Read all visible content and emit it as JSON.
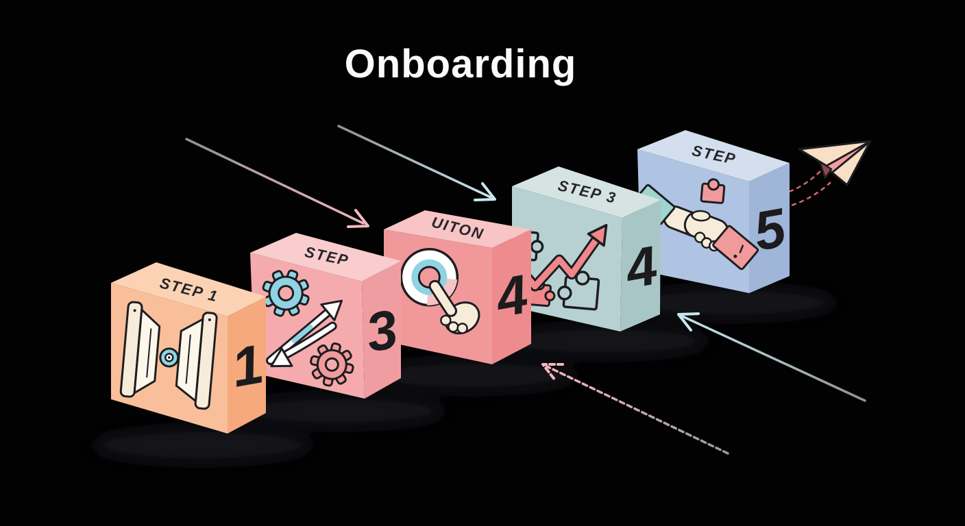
{
  "title": "Onboarding",
  "steps": [
    {
      "name": "step-1",
      "top_label": "STEP 1",
      "number": "1",
      "icon": "open-doors"
    },
    {
      "name": "step-2",
      "top_label": "STEP",
      "number": "3",
      "icon": "gears-crossed-arrows"
    },
    {
      "name": "step-3",
      "top_label": "UITON",
      "number": "4",
      "icon": "button-press-hand"
    },
    {
      "name": "step-4",
      "top_label": "STEP 3",
      "number": "4",
      "icon": "growth-arrow-puzzle"
    },
    {
      "name": "step-5",
      "top_label": "STEP",
      "number": "5",
      "icon": "handshake-puzzle"
    }
  ],
  "arrows": [
    {
      "name": "arrow-top-left",
      "direction": "down-right",
      "style": "solid",
      "tail_color": "#8f9094",
      "head_color": "#f2b9c0"
    },
    {
      "name": "arrow-top-center",
      "direction": "down-right",
      "style": "solid",
      "tail_color": "#8f9094",
      "head_color": "#c6e9ef"
    },
    {
      "name": "arrow-bottom-center",
      "direction": "up-left",
      "style": "dashed",
      "tail_color": "#9a9a9e",
      "head_color": "#f2b9c0"
    },
    {
      "name": "arrow-bottom-right",
      "direction": "up-left",
      "style": "solid",
      "tail_color": "#8f9094",
      "head_color": "#c6e9ef"
    }
  ],
  "decorations": {
    "paper_plane": "paper-plane-icon",
    "trail_style": "dashed-curved-trail"
  },
  "palette": {
    "bg": "#020203",
    "title": "#fafafa",
    "label": "#26262a",
    "number": "#1b1b1e",
    "outline": "#1d1d20",
    "s1-top": "#fbd3b4",
    "s1-front": "#f9bf9b",
    "s1-side": "#f5a97c",
    "s2-top": "#f9cccd",
    "s2-front": "#f5abad",
    "s2-side": "#f09da1",
    "s3-top": "#f8c4c5",
    "s3-front": "#f1989b",
    "s3-side": "#ee8b8f",
    "s4-top": "#d5e3e3",
    "s4-front": "#b7d1d2",
    "s4-side": "#a9c6c7",
    "s5-top": "#d3dfee",
    "s5-front": "#afc4e2",
    "s5-side": "#a0b6d8",
    "cream": "#f7ecd9",
    "leaf": "#fdf6ea",
    "white": "#ffffff",
    "blue": "#8fd3e4",
    "pink": "#f19a9c",
    "salmon": "#f0878b",
    "teal": "#9fd4cf",
    "ring-pink": "#f4c3c4",
    "trail": "#d9666c",
    "plane-body": "#f8dfc5",
    "plane-accent": "#ef9e9e",
    "keel": "#8c4a50",
    "shadow": "#17181b"
  }
}
